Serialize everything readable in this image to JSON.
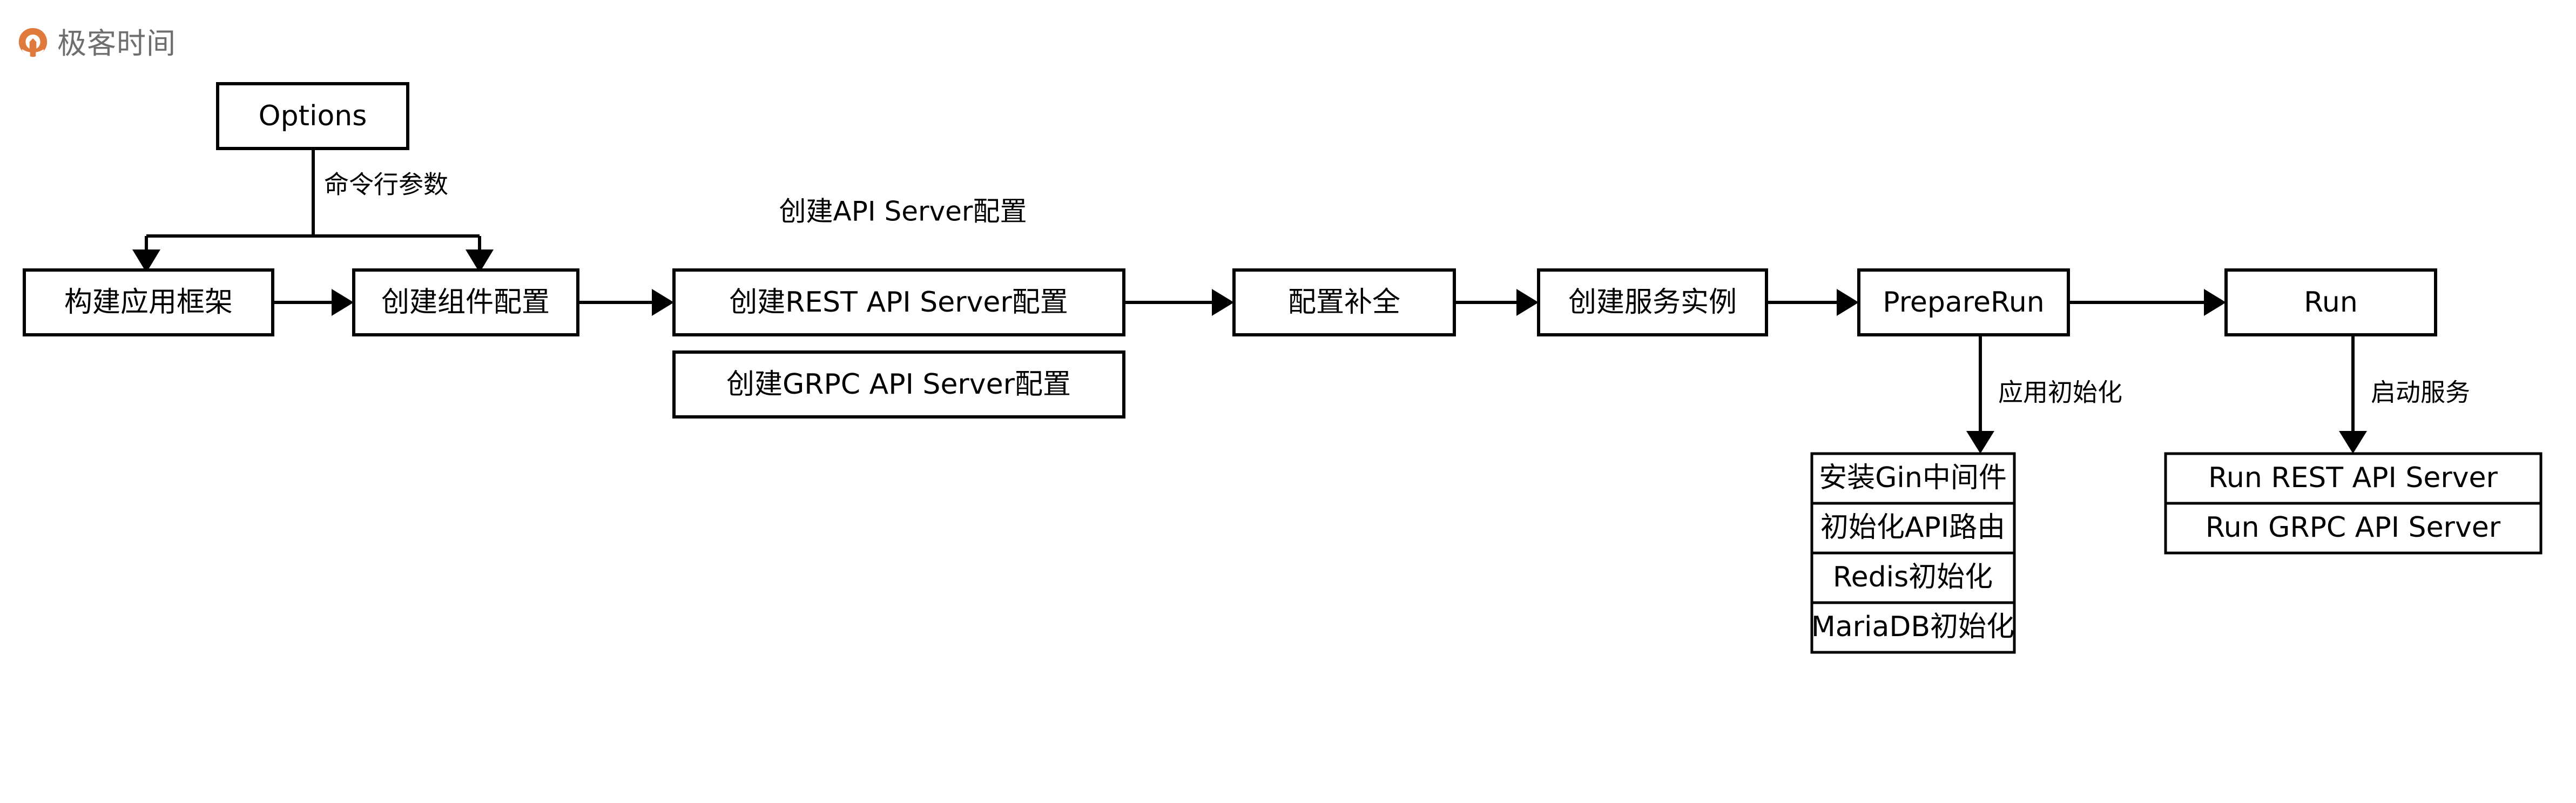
{
  "brand": {
    "logo_icon": "geekbang-circle-arrow-icon",
    "name": "极客时间",
    "logo_color": "#e0793c",
    "text_color": "#6e6e6e"
  },
  "diagram": {
    "type": "flowchart",
    "background": "#ffffff",
    "stroke_color": "#000000",
    "fill_color": "#ffffff",
    "nodes": {
      "options": "Options",
      "build_app_framework": "构建应用框架",
      "create_component_config": "创建组件配置",
      "create_rest_api_server_config": "创建REST API Server配置",
      "create_grpc_api_server_config": "创建GRPC API Server配置",
      "config_complete": "配置补全",
      "create_service_instance": "创建服务实例",
      "prepare_run": "PrepareRun",
      "run": "Run",
      "install_gin_middleware": "安装Gin中间件",
      "init_api_router": "初始化API路由",
      "redis_init": "Redis初始化",
      "mariadb_init": "MariaDB初始化",
      "run_rest_api_server": "Run REST API Server",
      "run_grpc_api_server": "Run GRPC API Server"
    },
    "group_labels": {
      "api_server_config": "创建API Server配置"
    },
    "edge_labels": {
      "command_line_args": "命令行参数",
      "app_initialization": "应用初始化",
      "start_service": "启动服务"
    },
    "flow_order": [
      "构建应用框架",
      "创建组件配置",
      "创建REST API Server配置",
      "配置补全",
      "创建服务实例",
      "PrepareRun",
      "Run"
    ],
    "prepare_run_substeps": [
      "安装Gin中间件",
      "初始化API路由",
      "Redis初始化",
      "MariaDB初始化"
    ],
    "run_substeps": [
      "Run REST API Server",
      "Run GRPC API Server"
    ]
  }
}
